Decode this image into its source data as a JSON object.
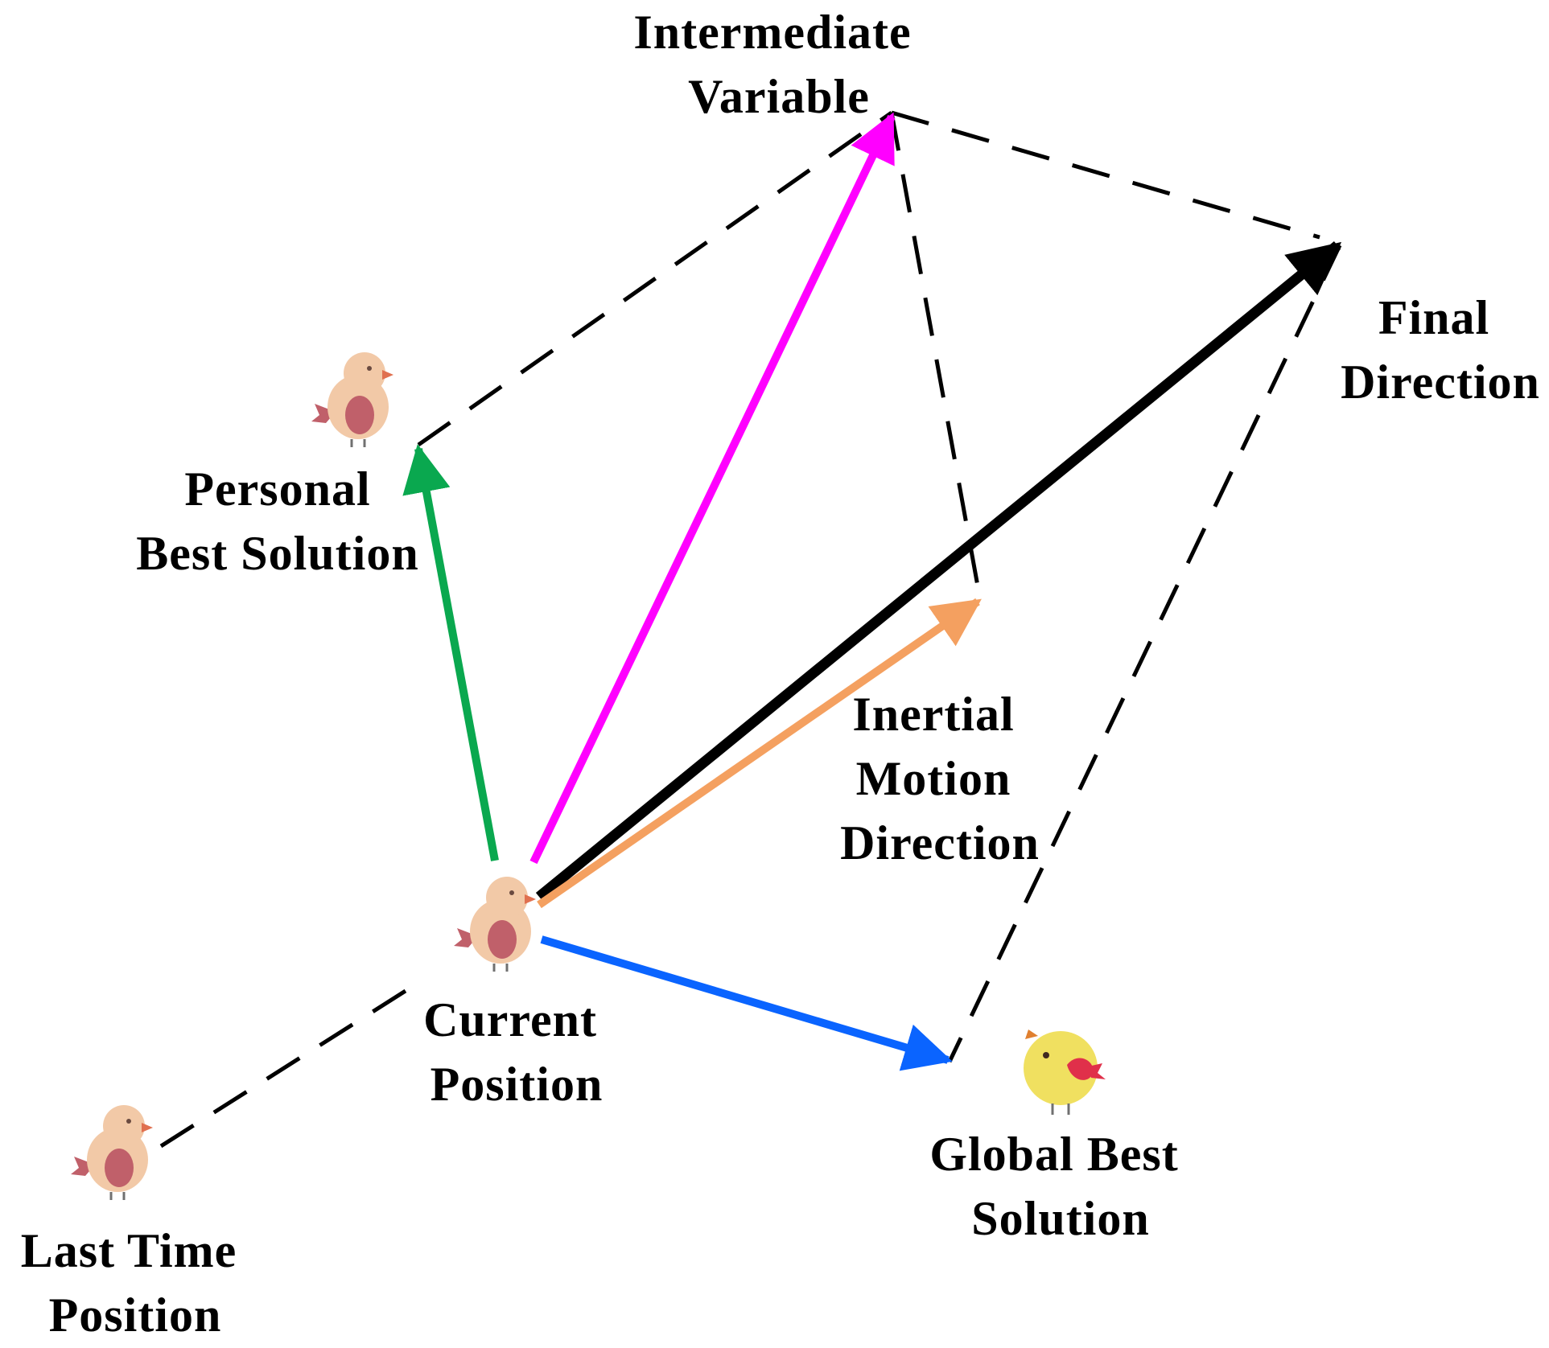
{
  "labels": {
    "intermediate_line1": "Intermediate",
    "intermediate_line2": "Variable",
    "final_line1": "Final",
    "final_line2": "Direction",
    "personal_line1": "Personal",
    "personal_line2": "Best Solution",
    "inertial_line1": "Inertial",
    "inertial_line2": "Motion",
    "inertial_line3": "Direction",
    "current_line1": "Current",
    "current_line2": "Position",
    "global_line1": "Global Best",
    "global_line2": "Solution",
    "last_line1": "Last Time",
    "last_line2": "Position"
  },
  "colors": {
    "personal_best_arrow": "#0aa84f",
    "intermediate_arrow": "#ff00ff",
    "final_arrow": "#000000",
    "inertial_arrow": "#f4a060",
    "global_best_arrow": "#0a64ff",
    "dashed_line": "#000000",
    "bird_body": "#f2c9a7",
    "bird_wing": "#c0606a",
    "golden_bird_body": "#f0e060"
  },
  "icons": {
    "bird": "bird-icon",
    "golden_bird": "golden-bird-icon"
  }
}
